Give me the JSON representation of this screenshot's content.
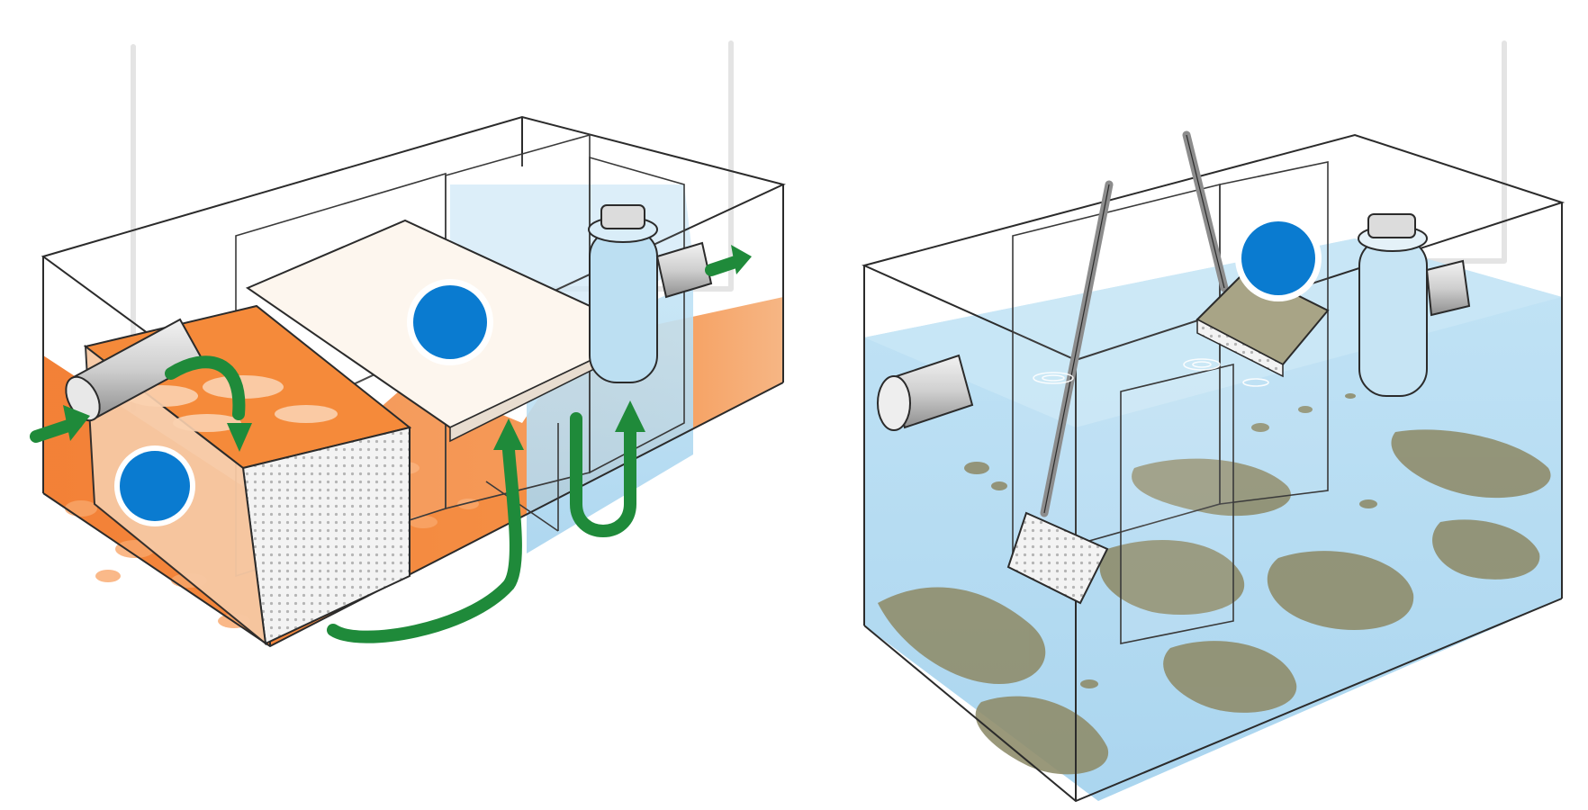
{
  "diagrams": [
    {
      "name": "grease-trap-operation",
      "callouts": [
        {
          "id": "inlet-basket"
        },
        {
          "id": "baffle-lid"
        },
        {
          "id": "outlet-tee"
        }
      ],
      "flow_arrows": [
        "inlet-arrow",
        "basket-down-arrow",
        "under-baffle-arrow",
        "rise-arrow",
        "u-turn-arrow",
        "outlet-arrow"
      ]
    },
    {
      "name": "grease-trap-cleaning",
      "callouts": [
        {
          "id": "outlet-filter"
        }
      ],
      "tools": [
        "skimmer-scoop",
        "sieve-scoop"
      ]
    }
  ],
  "colors": {
    "callout_fill": "#0a7bd0",
    "callout_ring": "#ffffff",
    "leader_line": "#e4e4e4",
    "grease": "#f27a2c",
    "water": "#9fd0ec",
    "sludge": "#8f8d6c",
    "flow_arrow": "#1f8a3a",
    "tank_outline": "#2b2b2b"
  }
}
